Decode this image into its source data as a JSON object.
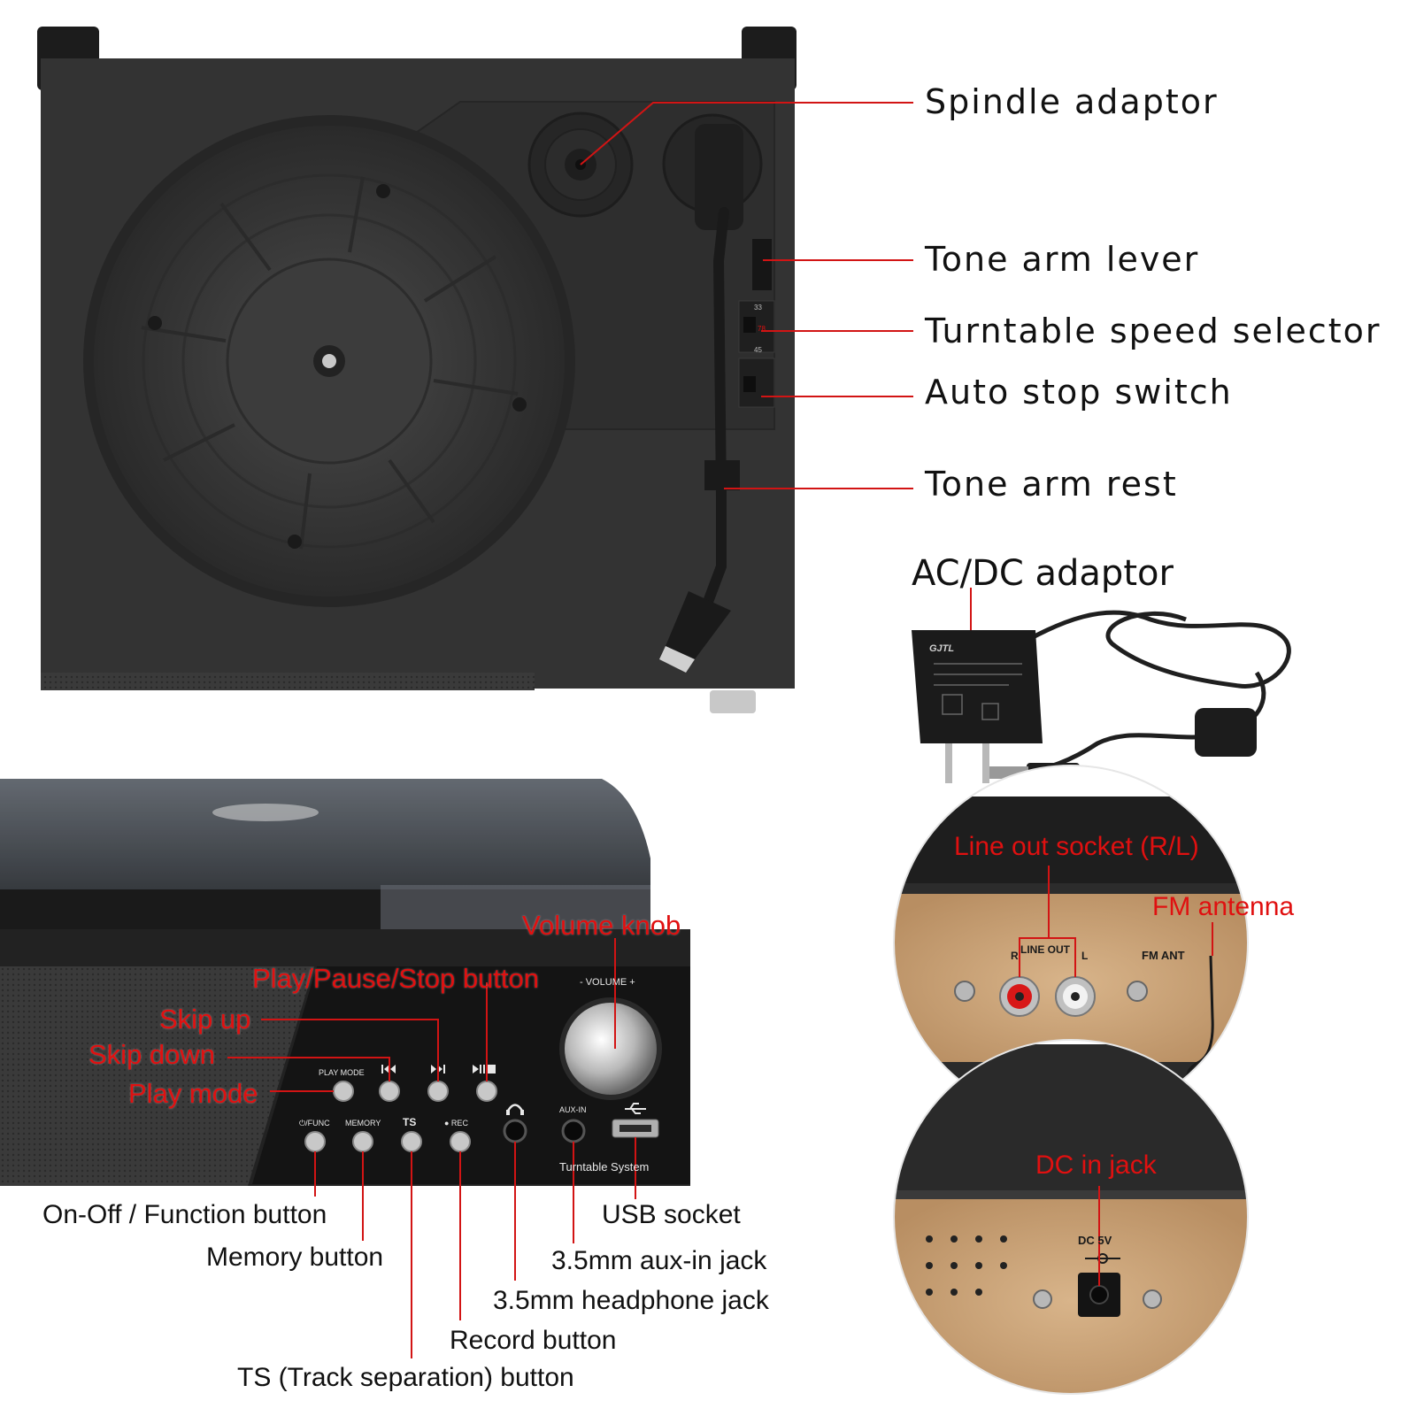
{
  "accent_color": "#e01010",
  "callouts": {
    "spindle_adaptor": "Spindle adaptor",
    "tone_arm_lever": "Tone arm lever",
    "speed_selector": "Turntable speed selector",
    "auto_stop": "Auto stop switch",
    "tone_arm_rest": "Tone arm rest",
    "acdc_adaptor": "AC/DC adaptor",
    "volume_knob": "Volume knob",
    "play_pause_stop": "Play/Pause/Stop button",
    "skip_up": "Skip up",
    "skip_down": "Skip down",
    "play_mode": "Play mode",
    "on_off": "On-Off / Function button",
    "memory_button": "Memory button",
    "ts_button": "TS (Track separation) button",
    "record_button": "Record button",
    "headphone_jack": "3.5mm headphone jack",
    "aux_in_jack": "3.5mm aux-in jack",
    "usb_socket": "USB socket",
    "line_out": "Line out socket (R/L)",
    "fm_antenna": "FM antenna",
    "dc_in": "DC in jack"
  },
  "panel": {
    "volume": "- VOLUME +",
    "play_mode": "PLAY MODE",
    "func": "⏻/FUNC",
    "memory": "MEMORY",
    "ts": "TS",
    "rec": "● REC",
    "aux_in": "AUX-IN",
    "system": "Turntable System",
    "line_out": "LINE OUT",
    "r": "R",
    "l": "L",
    "fm_ant": "FM ANT",
    "dc": "DC 5V",
    "speed_78": "78",
    "speed_45": "45",
    "speed_33": "33",
    "adaptor_brand": "GJTL"
  },
  "icons": {
    "skip_down": "skip-back-icon",
    "skip_up": "skip-forward-icon",
    "play_pause_stop": "play-pause-stop-icon",
    "headphone": "headphone-icon",
    "usb": "usb-icon"
  }
}
